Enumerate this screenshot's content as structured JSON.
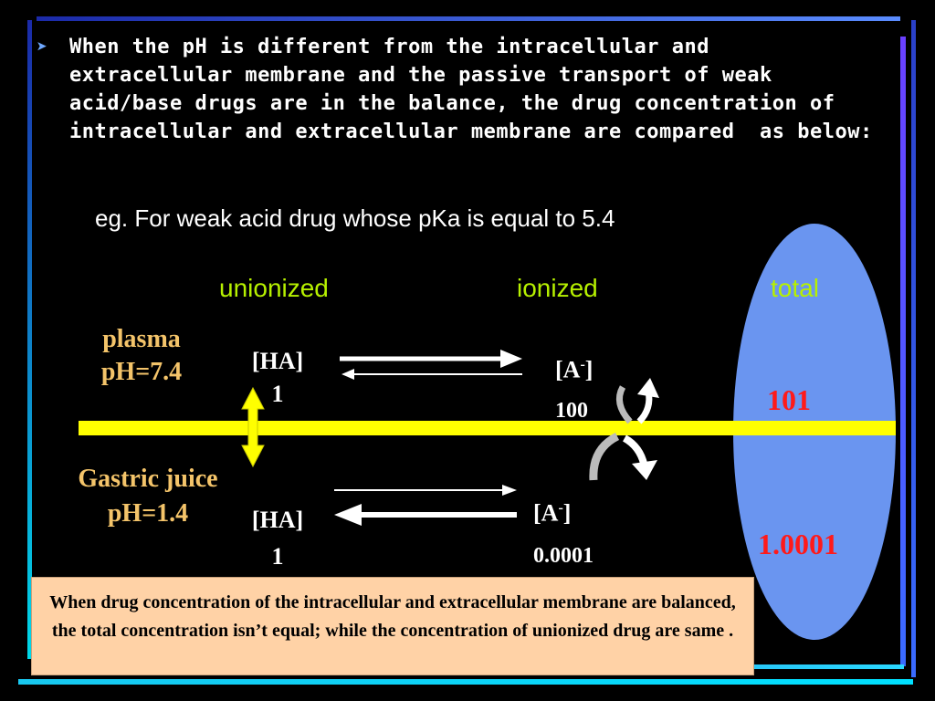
{
  "bullet": {
    "icon": "arrow-bullet-icon",
    "text": "When the pH is different from the intracellular and extracellular membrane and the passive transport of weak acid/base drugs are in the balance, the drug concentration of intracellular and extracellular membrane are compared  as below:"
  },
  "example": "eg. For weak acid drug whose pKa is equal to 5.4",
  "columns": {
    "unionized": "unionized",
    "ionized": "ionized",
    "total": "total"
  },
  "plasma": {
    "name": "plasma",
    "ph": "pH=7.4",
    "ha_label": "[HA]",
    "ha_value": "1",
    "a_label": "[A",
    "a_charge": "-",
    "a_label_end": "]",
    "a_value": "100",
    "total": "101"
  },
  "gastric": {
    "name": "Gastric juice",
    "ph": "pH=1.4",
    "ha_label": "[HA]",
    "ha_value": "1",
    "a_label": "[A",
    "a_charge": "-",
    "a_label_end": "]",
    "a_value": "0.0001",
    "total": "1.0001"
  },
  "note": "When drug concentration of the intracellular and extracellular membrane are balanced, the total concentration isn’t equal; while the concentration of  unionized drug are same .",
  "colors": {
    "column_label": "#b6f000",
    "phase_label": "#f4c46a",
    "total_value": "#ff1a1a",
    "membrane": "#ffff00",
    "ellipse": "#6a95f0",
    "note_box": "#ffd2a6"
  }
}
